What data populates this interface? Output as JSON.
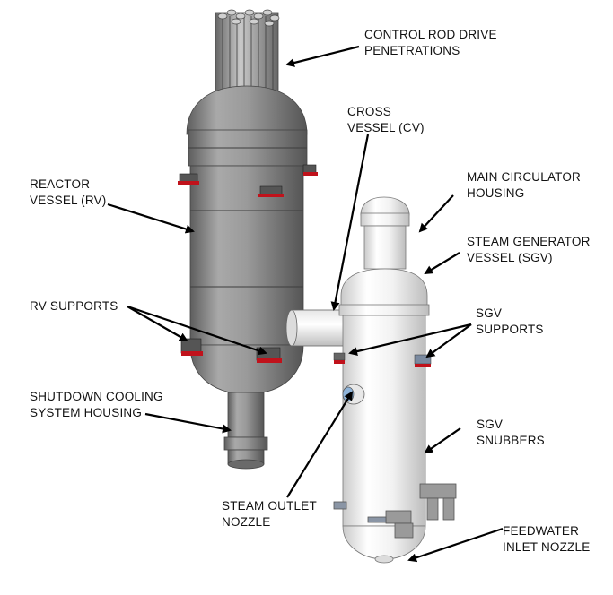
{
  "labels": {
    "crdp": [
      "CONTROL ROD DRIVE",
      "PENETRATIONS"
    ],
    "cv": [
      "CROSS",
      "VESSEL (CV)"
    ],
    "rv": [
      "REACTOR",
      "VESSEL (RV)"
    ],
    "mch": [
      "MAIN CIRCULATOR",
      "HOUSING"
    ],
    "sgv": [
      "STEAM GENERATOR",
      "VESSEL (SGV)"
    ],
    "rvsup": [
      "RV SUPPORTS"
    ],
    "sgvsup": [
      "SGV",
      "SUPPORTS"
    ],
    "sdc": [
      "SHUTDOWN COOLING",
      "SYSTEM HOUSING"
    ],
    "snub": [
      "SGV",
      "SNUBBERS"
    ],
    "son": [
      "STEAM OUTLET",
      "NOZZLE"
    ],
    "fin": [
      "FEEDWATER",
      "INLET NOZZLE"
    ]
  },
  "colors": {
    "rv_body": "#8c8c8c",
    "sgv_body": "#f2f2f2",
    "support_red": "#c0121b",
    "arrow": "#000000"
  }
}
